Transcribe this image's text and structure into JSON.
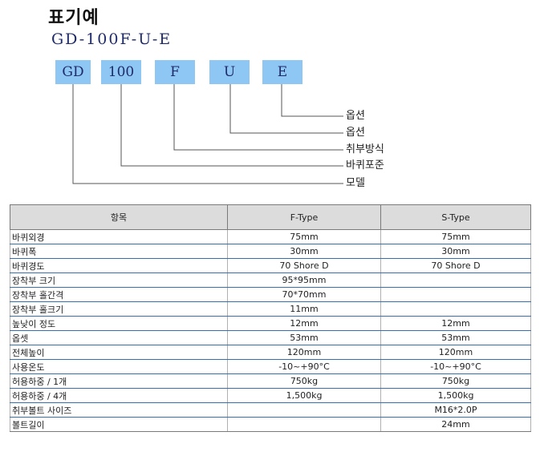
{
  "heading": "표기예",
  "model_code": "GD-100F-U-E",
  "code_boxes": [
    "GD",
    "100",
    "F",
    "U",
    "E"
  ],
  "callouts": [
    "옵션",
    "옵션",
    "취부방식",
    "바퀴포준",
    "모델"
  ],
  "table": {
    "headers": [
      "항목",
      "F-Type",
      "S-Type"
    ],
    "rows": [
      [
        "바퀴외경",
        "75mm",
        "75mm"
      ],
      [
        "바퀴폭",
        "30mm",
        "30mm"
      ],
      [
        "바퀴경도",
        "70 Shore D",
        "70 Shore D"
      ],
      [
        "장착부 크기",
        "95*95mm",
        ""
      ],
      [
        "장착부 홀간격",
        "70*70mm",
        ""
      ],
      [
        "장착부 홀크기",
        "11mm",
        ""
      ],
      [
        "높낮이 정도",
        "12mm",
        "12mm"
      ],
      [
        "옵셋",
        "53mm",
        "53mm"
      ],
      [
        "전체높이",
        "120mm",
        "120mm"
      ],
      [
        "사용온도",
        "-10~+90°C",
        "-10~+90°C"
      ],
      [
        "허용하중 / 1개",
        "750kg",
        "750kg"
      ],
      [
        "허용하중 / 4개",
        "1,500kg",
        "1,500kg"
      ],
      [
        "취부볼트 사이즈",
        "",
        "M16*2.0P"
      ],
      [
        "볼트길이",
        "",
        "24mm"
      ]
    ]
  }
}
